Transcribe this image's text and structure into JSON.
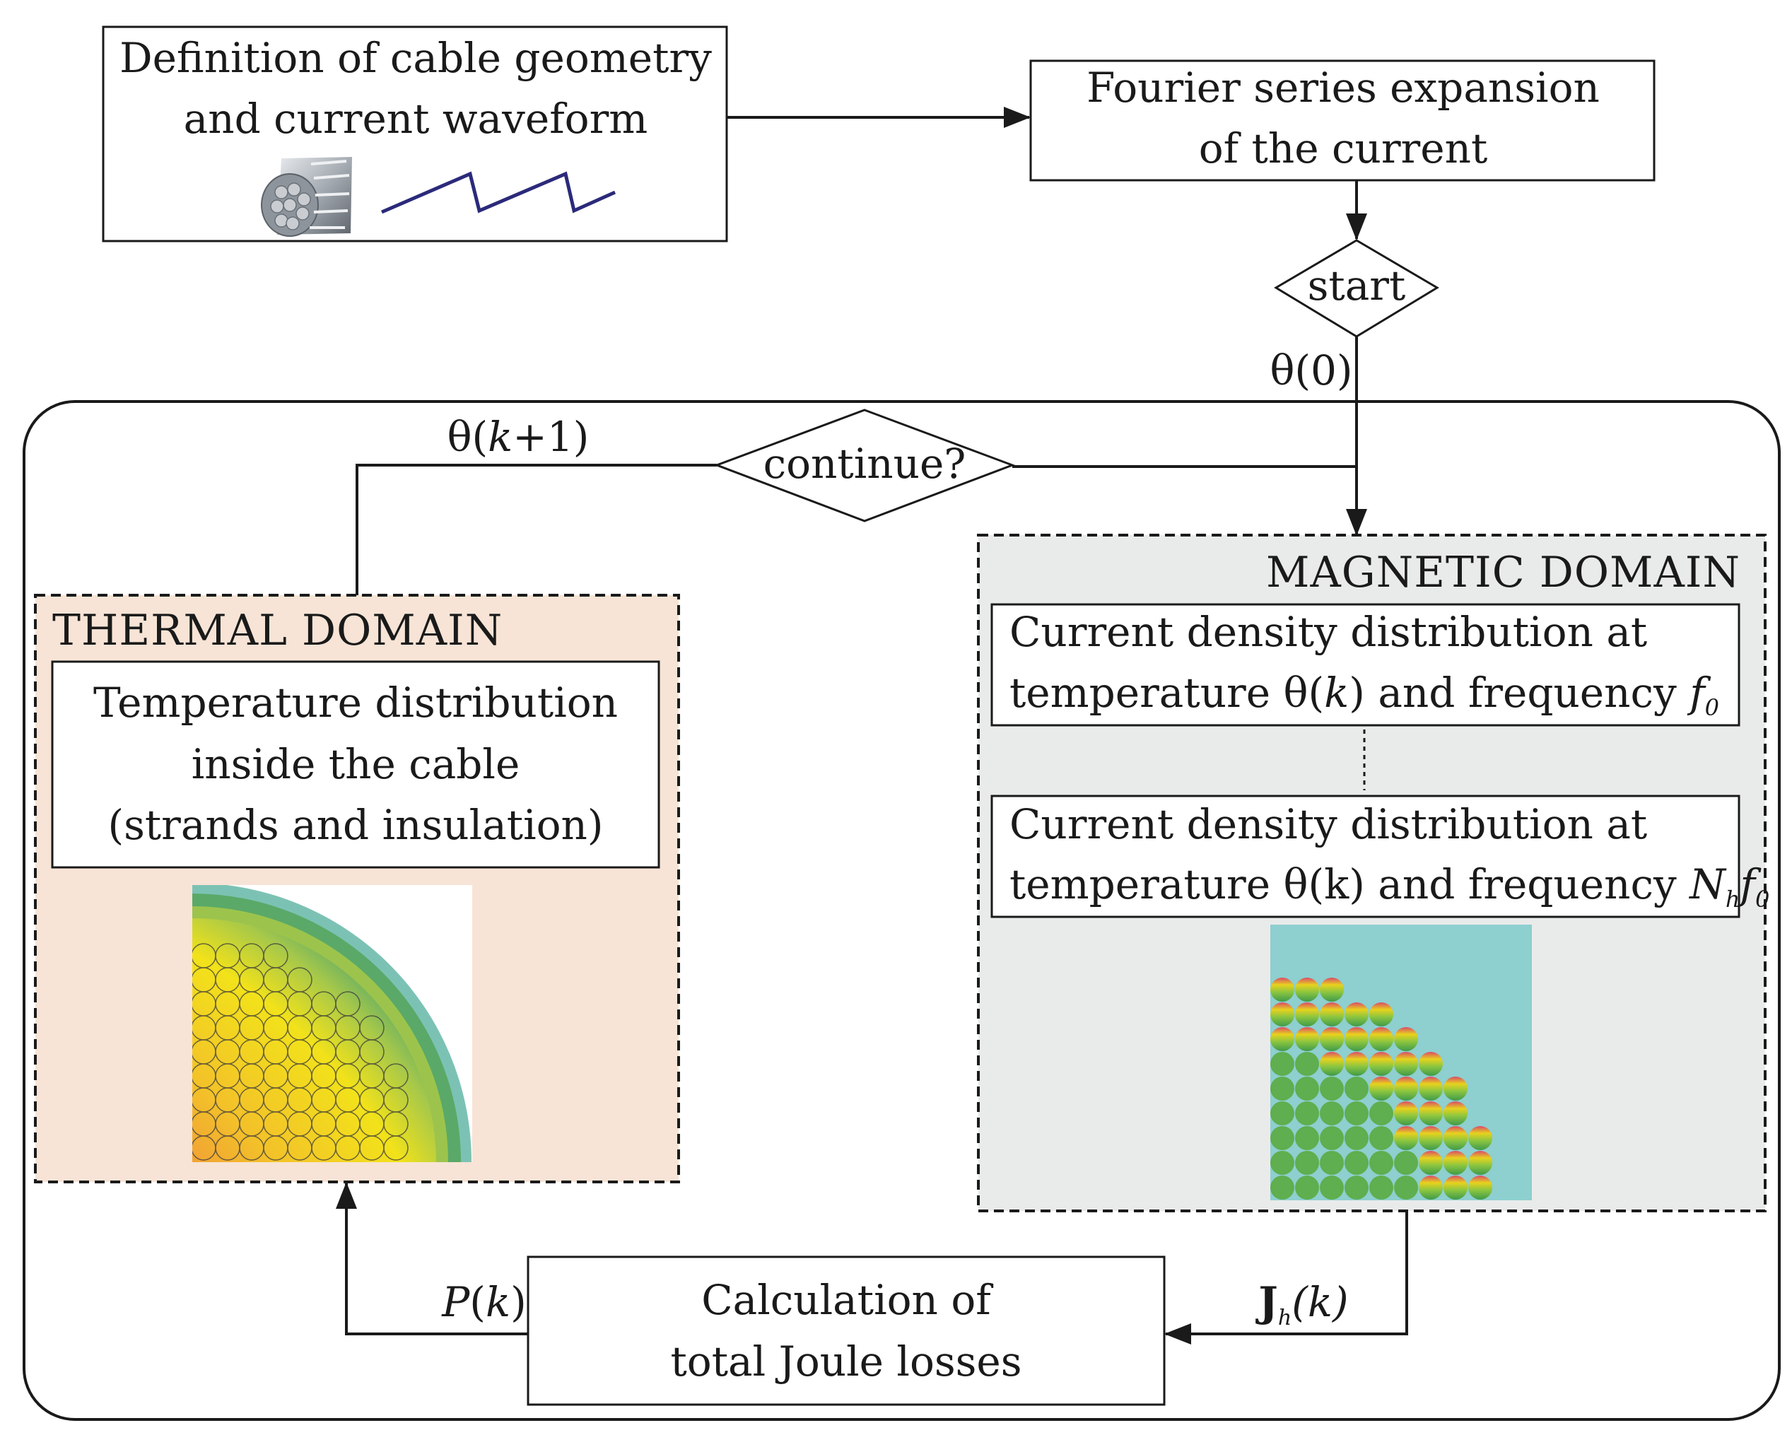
{
  "boxes": {
    "definition": {
      "line1": "Definition of cable geometry",
      "line2": "and current waveform"
    },
    "fourier": {
      "line1": "Fourier series expansion",
      "line2": "of the current"
    },
    "thermal_box": {
      "line1": "Temperature distribution",
      "line2": "inside the cable",
      "line3": "(strands and insulation)"
    },
    "magnetic_box1": {
      "line1": "Current density distribution at",
      "line2_prefix": "temperature θ(",
      "line2_k": "k",
      "line2_mid": ") and frequency ",
      "line2_f": "f",
      "line2_sub": "0"
    },
    "magnetic_box2": {
      "line1": "Current density distribution at",
      "line2_prefix": "temperature θ(k) and frequency ",
      "line2_N": "N",
      "line2_Nsub": "h",
      "line2_f": "f",
      "line2_fsub": "0"
    },
    "joule": {
      "line1": "Calculation of",
      "line2": "total Joule losses"
    }
  },
  "decisions": {
    "start": "start",
    "continue": "continue?"
  },
  "domains": {
    "thermal": "THERMAL DOMAIN",
    "magnetic": "MAGNETIC DOMAIN"
  },
  "labels": {
    "theta0": "θ(0)",
    "theta_next_a": "θ(",
    "theta_next_k": "k",
    "theta_next_b": "+1)",
    "P_P": "P",
    "P_open": "(",
    "P_k": "k",
    "P_close": ")",
    "J_J": "J",
    "J_sub": "h",
    "J_k": "(k)"
  },
  "colors": {
    "thermal_bg": "#f7e4d6",
    "magnetic_bg": "#e9ebea",
    "waveform": "#2b2a7a",
    "mag_image_bg": "#8ecfcf"
  },
  "icons": {
    "cable": "cable-strand-icon",
    "waveform": "sawtooth-waveform-icon"
  }
}
